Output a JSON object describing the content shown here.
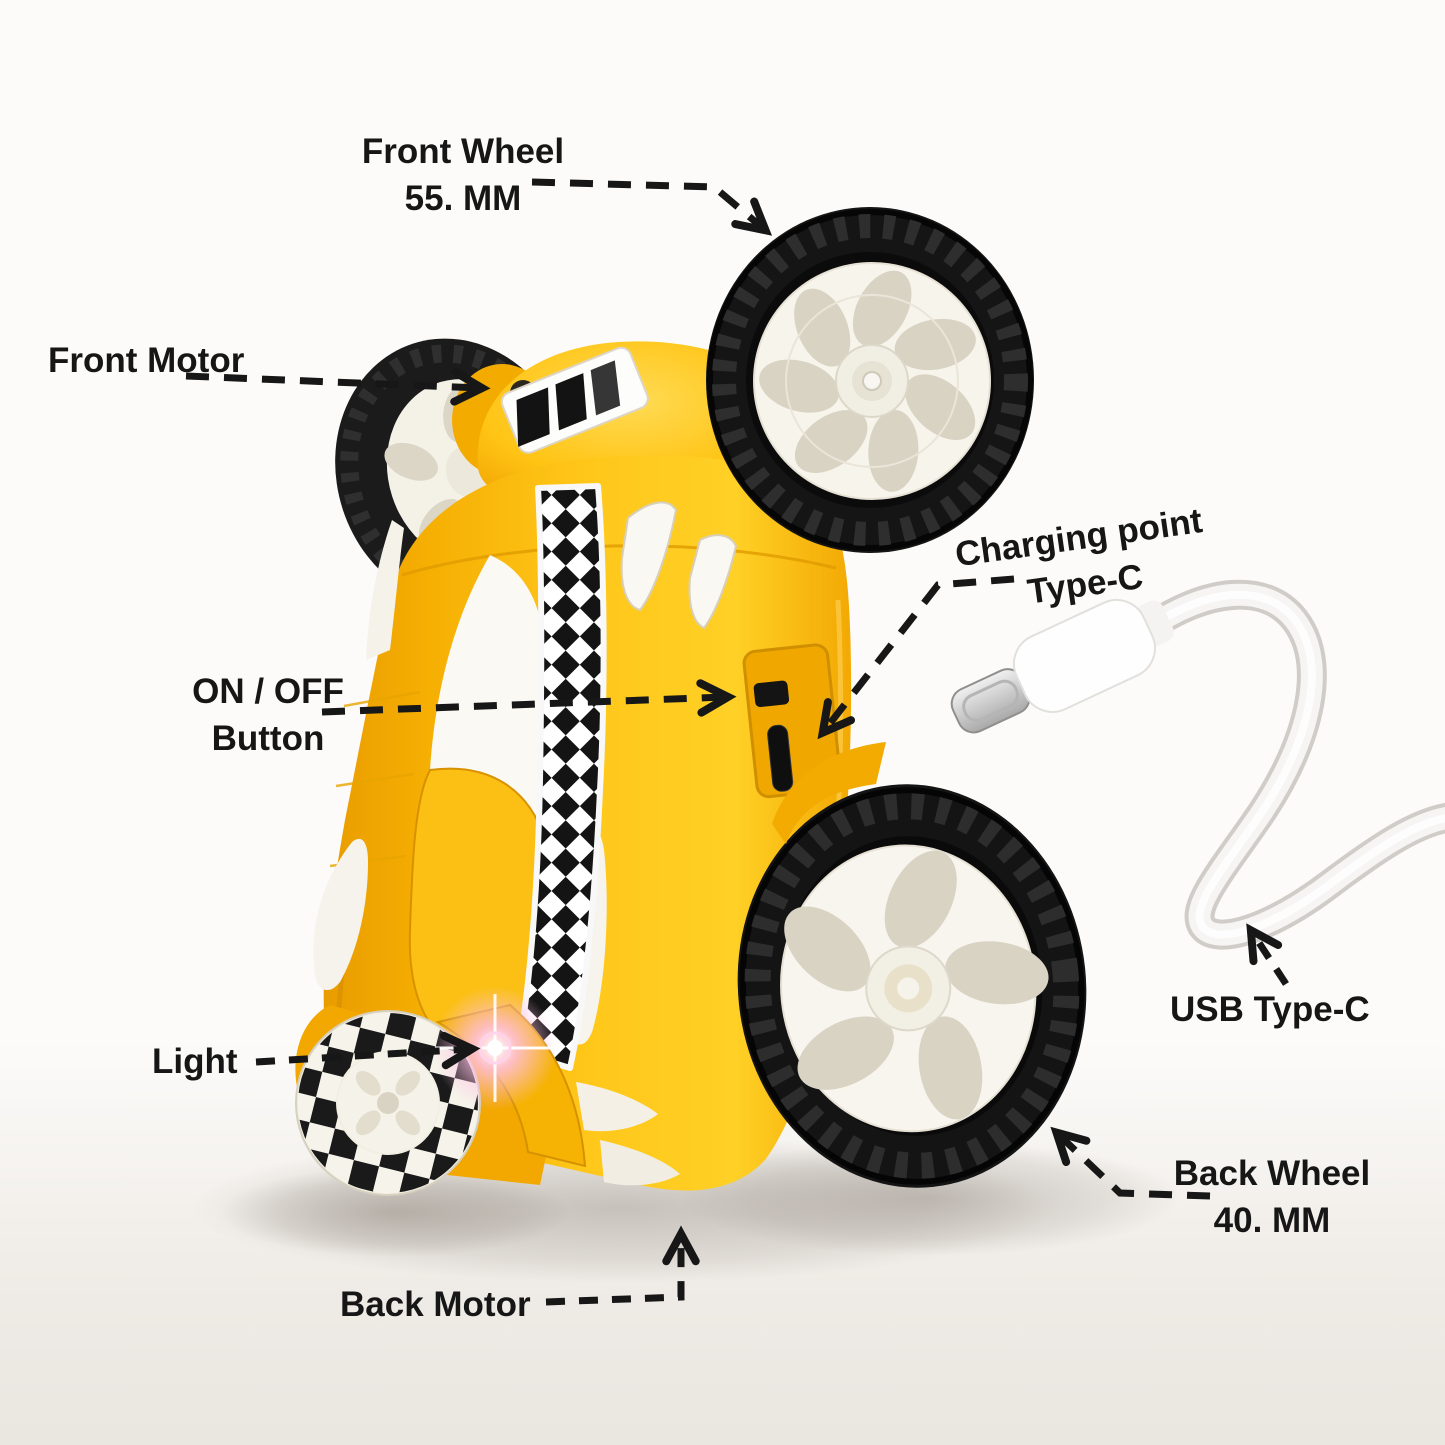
{
  "image_type": "annotated product diagram of a yellow RC stunt car",
  "colors": {
    "background": "#fbfaf8",
    "body_yellow": "#ffc41a",
    "body_shadow": "#e89c00",
    "tire_black": "#161616",
    "rim_white": "#f7f4ec",
    "checker_black": "#141414",
    "label_text": "#161616",
    "light_glow_pink": "#ff9fd2",
    "cable_white": "#f6f5f3"
  },
  "callouts": {
    "front_wheel": {
      "line1": "Front Wheel",
      "line2": "55. MM"
    },
    "front_motor": {
      "line1": "Front Motor"
    },
    "on_off_button": {
      "line1": "ON / OFF",
      "line2": "Button"
    },
    "charging_point": {
      "line1": "Charging point",
      "line2": "Type-C"
    },
    "usb_type_c": {
      "line1": "USB Type-C"
    },
    "back_wheel": {
      "line1": "Back Wheel",
      "line2": "40. MM"
    },
    "light": {
      "line1": "Light"
    },
    "back_motor": {
      "line1": "Back Motor"
    }
  }
}
